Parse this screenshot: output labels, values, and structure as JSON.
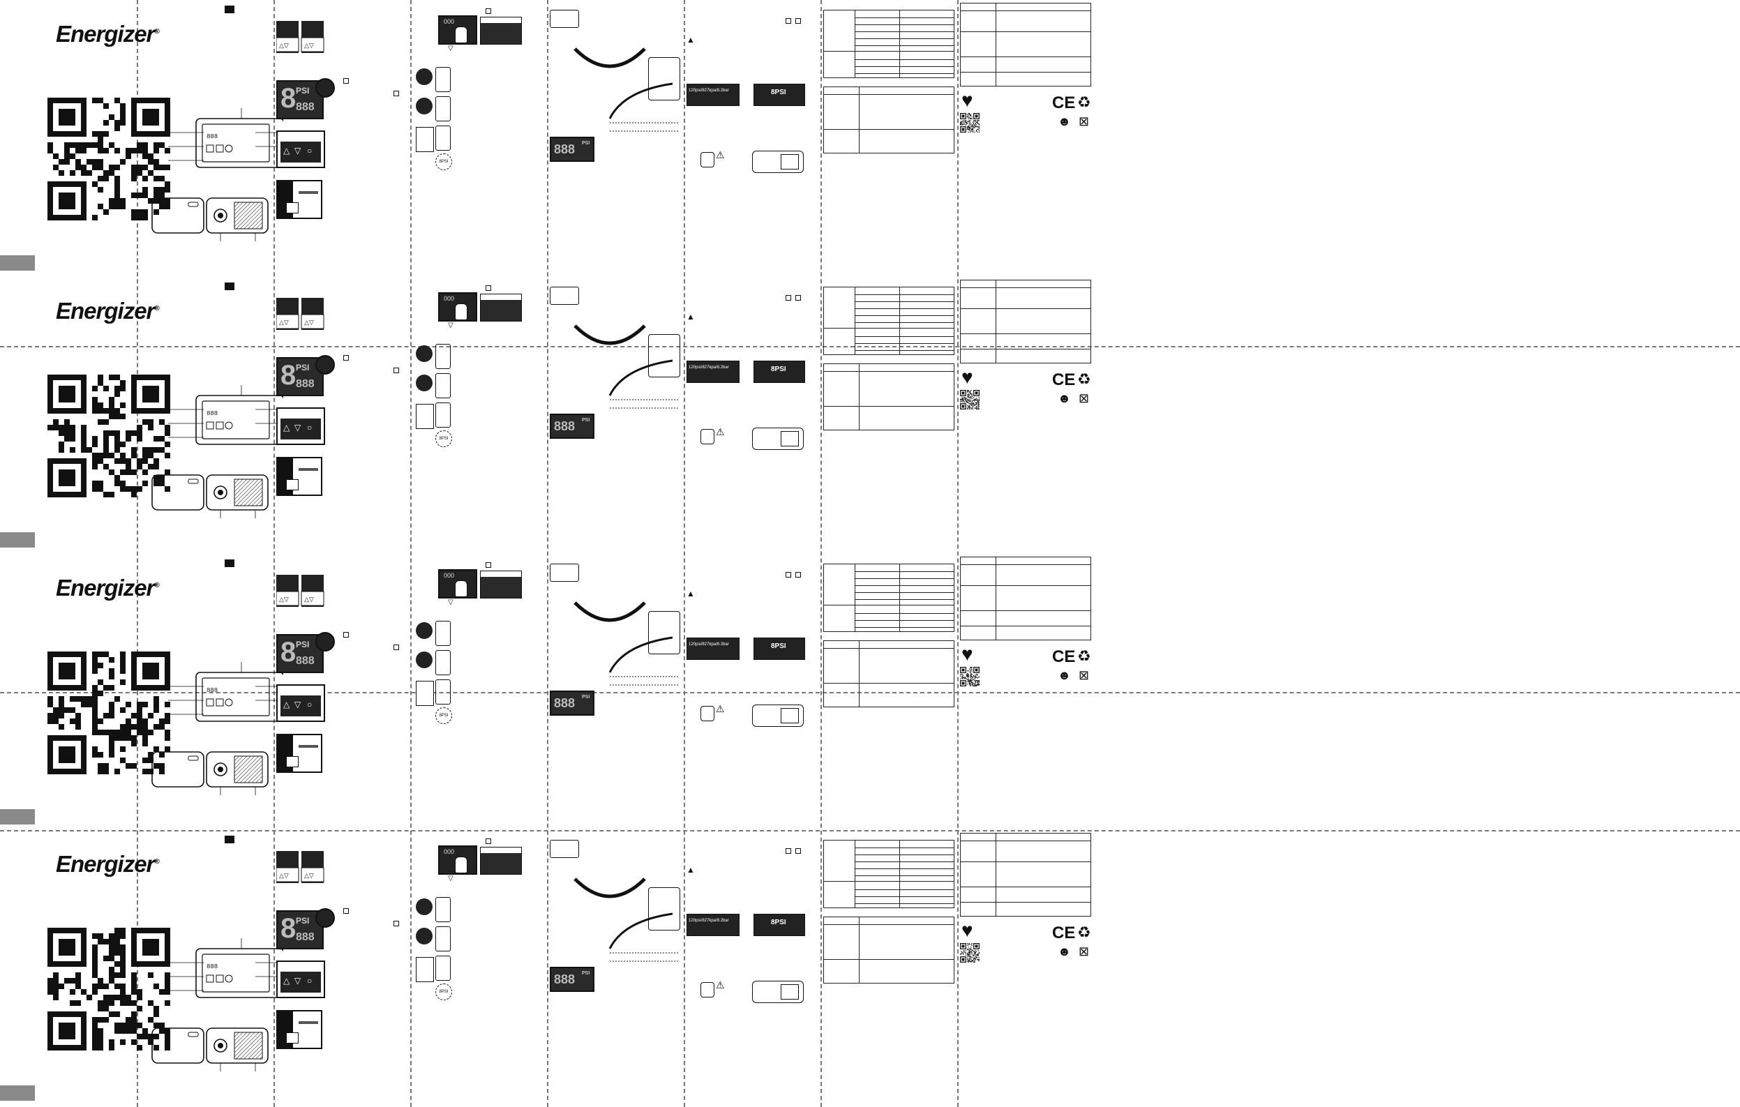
{
  "brand": {
    "name": "Energizer",
    "trademark": "®"
  },
  "rows": [
    {
      "id": "row-1"
    },
    {
      "id": "row-2"
    },
    {
      "id": "row-3"
    },
    {
      "id": "row-4"
    }
  ],
  "displays": {
    "psi_label": "PSI",
    "big_digit": "8",
    "small_digits": "888",
    "readout_digits": "888",
    "knob_label": "8PSI",
    "nano_digits": "000"
  },
  "pressure_gauge": {
    "arc_text": "120psi/827kpa/8.2bar",
    "knob_text": "8PSI"
  },
  "icons": {
    "qr": "qr-code-icon",
    "battery": "battery-icon",
    "warning": "warning-triangle-icon",
    "up_arrow": "up-arrow-icon",
    "down_arrow": "down-arrow-icon",
    "power": "power-icon",
    "ce": "ce-mark-icon",
    "recycle": "recycle-icon",
    "weee": "crossed-bin-icon",
    "tidyman": "tidyman-icon",
    "heart": "heart-icon",
    "usb": "usb-cable-icon",
    "hand": "pointing-hand-icon"
  },
  "marks": {
    "ce": "CE",
    "down_triangle": "▽"
  },
  "colors": {
    "panel_dark": "#2a2a2a",
    "tab_grey": "#8a8a8a",
    "line": "#222222"
  }
}
